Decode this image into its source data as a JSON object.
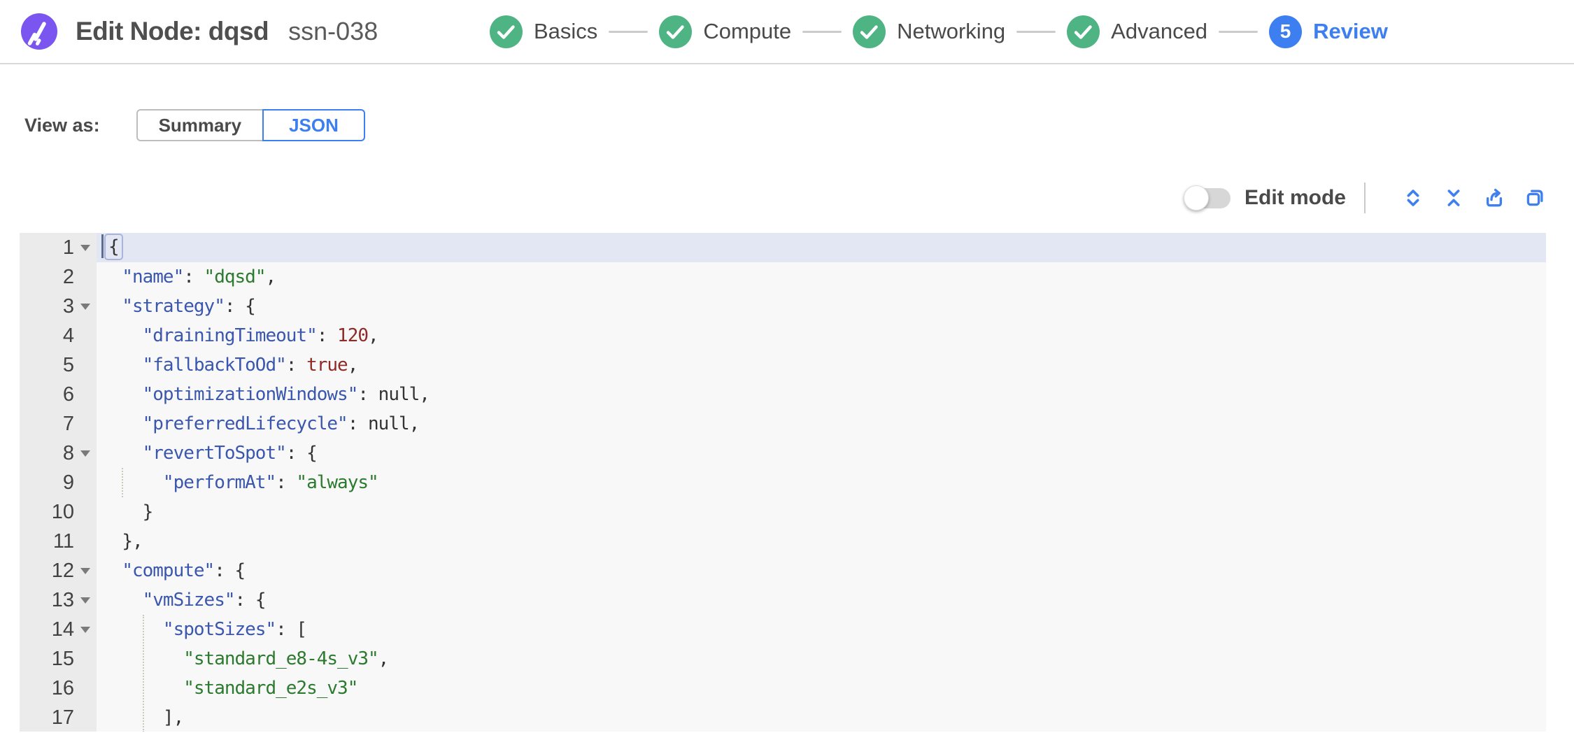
{
  "header": {
    "title": "Edit Node: dqsd",
    "subtitle": "ssn-038",
    "steps": [
      {
        "label": "Basics",
        "status": "complete"
      },
      {
        "label": "Compute",
        "status": "complete"
      },
      {
        "label": "Networking",
        "status": "complete"
      },
      {
        "label": "Advanced",
        "status": "complete"
      },
      {
        "label": "Review",
        "status": "active",
        "number": "5"
      }
    ]
  },
  "view_as": {
    "label": "View as:",
    "options": [
      {
        "label": "Summary",
        "selected": false
      },
      {
        "label": "JSON",
        "selected": true
      }
    ]
  },
  "toolbar": {
    "edit_mode_label": "Edit mode",
    "edit_mode_on": false,
    "icons": [
      {
        "name": "expand-all"
      },
      {
        "name": "collapse-all"
      },
      {
        "name": "export"
      },
      {
        "name": "copy"
      }
    ]
  },
  "colors": {
    "accent_blue": "#3d7ff0",
    "step_green": "#4fb483",
    "logo_purple": "#7b55f0",
    "json_key": "#3a57ad",
    "json_string": "#2b7a2e",
    "json_number": "#8f2b26",
    "json_plain": "#333333"
  },
  "editor": {
    "active_line": 1,
    "line_height": 42,
    "char_width": 14.66,
    "guides": [
      {
        "from": 9,
        "to": 9,
        "indent_ch": 2
      },
      {
        "from": 14,
        "to": 17,
        "indent_ch": 4
      }
    ],
    "lines": [
      {
        "n": 1,
        "indent": 0,
        "fold": true,
        "cursor": true,
        "tokens": [
          [
            "punct",
            "{"
          ]
        ]
      },
      {
        "n": 2,
        "indent": 2,
        "fold": false,
        "tokens": [
          [
            "key",
            "\"name\""
          ],
          [
            "punct",
            ": "
          ],
          [
            "string",
            "\"dqsd\""
          ],
          [
            "punct",
            ","
          ]
        ]
      },
      {
        "n": 3,
        "indent": 2,
        "fold": true,
        "tokens": [
          [
            "key",
            "\"strategy\""
          ],
          [
            "punct",
            ": {"
          ]
        ]
      },
      {
        "n": 4,
        "indent": 4,
        "fold": false,
        "tokens": [
          [
            "key",
            "\"drainingTimeout\""
          ],
          [
            "punct",
            ": "
          ],
          [
            "number",
            "120"
          ],
          [
            "punct",
            ","
          ]
        ]
      },
      {
        "n": 5,
        "indent": 4,
        "fold": false,
        "tokens": [
          [
            "key",
            "\"fallbackToOd\""
          ],
          [
            "punct",
            ": "
          ],
          [
            "number",
            "true"
          ],
          [
            "punct",
            ","
          ]
        ]
      },
      {
        "n": 6,
        "indent": 4,
        "fold": false,
        "tokens": [
          [
            "key",
            "\"optimizationWindows\""
          ],
          [
            "punct",
            ": "
          ],
          [
            "plain",
            "null"
          ],
          [
            "punct",
            ","
          ]
        ]
      },
      {
        "n": 7,
        "indent": 4,
        "fold": false,
        "tokens": [
          [
            "key",
            "\"preferredLifecycle\""
          ],
          [
            "punct",
            ": "
          ],
          [
            "plain",
            "null"
          ],
          [
            "punct",
            ","
          ]
        ]
      },
      {
        "n": 8,
        "indent": 4,
        "fold": true,
        "tokens": [
          [
            "key",
            "\"revertToSpot\""
          ],
          [
            "punct",
            ": {"
          ]
        ]
      },
      {
        "n": 9,
        "indent": 6,
        "fold": false,
        "tokens": [
          [
            "key",
            "\"performAt\""
          ],
          [
            "punct",
            ": "
          ],
          [
            "string",
            "\"always\""
          ]
        ]
      },
      {
        "n": 10,
        "indent": 4,
        "fold": false,
        "tokens": [
          [
            "punct",
            "}"
          ]
        ]
      },
      {
        "n": 11,
        "indent": 2,
        "fold": false,
        "tokens": [
          [
            "punct",
            "},"
          ]
        ]
      },
      {
        "n": 12,
        "indent": 2,
        "fold": true,
        "tokens": [
          [
            "key",
            "\"compute\""
          ],
          [
            "punct",
            ": {"
          ]
        ]
      },
      {
        "n": 13,
        "indent": 4,
        "fold": true,
        "tokens": [
          [
            "key",
            "\"vmSizes\""
          ],
          [
            "punct",
            ": {"
          ]
        ]
      },
      {
        "n": 14,
        "indent": 6,
        "fold": true,
        "tokens": [
          [
            "key",
            "\"spotSizes\""
          ],
          [
            "punct",
            ": ["
          ]
        ]
      },
      {
        "n": 15,
        "indent": 8,
        "fold": false,
        "tokens": [
          [
            "string",
            "\"standard_e8-4s_v3\""
          ],
          [
            "punct",
            ","
          ]
        ]
      },
      {
        "n": 16,
        "indent": 8,
        "fold": false,
        "tokens": [
          [
            "string",
            "\"standard_e2s_v3\""
          ]
        ]
      },
      {
        "n": 17,
        "indent": 6,
        "fold": false,
        "tokens": [
          [
            "punct",
            "],"
          ]
        ]
      }
    ]
  }
}
